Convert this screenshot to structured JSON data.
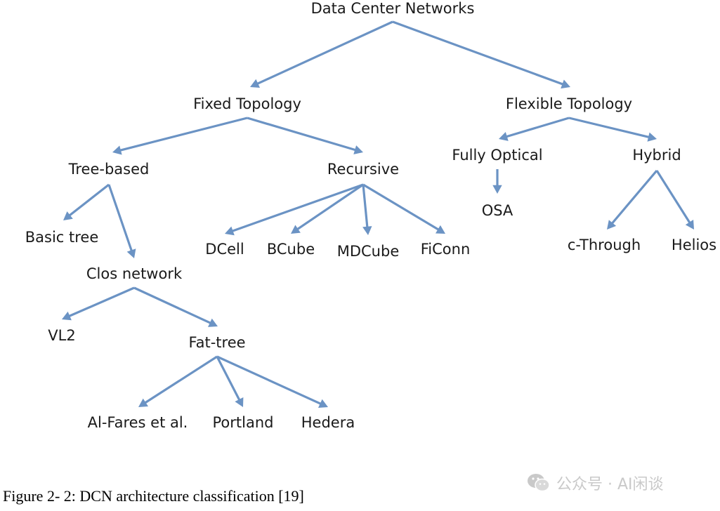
{
  "diagram": {
    "colors": {
      "edge": "#6b93c4",
      "text": "#1a1a1a"
    },
    "nodes": [
      {
        "id": "dcn",
        "label": "Data Center Networks"
      },
      {
        "id": "fixed",
        "label": "Fixed Topology"
      },
      {
        "id": "flexible",
        "label": "Flexible Topology"
      },
      {
        "id": "tree",
        "label": "Tree-based"
      },
      {
        "id": "recursive",
        "label": "Recursive"
      },
      {
        "id": "fullyopt",
        "label": "Fully Optical"
      },
      {
        "id": "hybrid",
        "label": "Hybrid"
      },
      {
        "id": "basictree",
        "label": "Basic tree"
      },
      {
        "id": "clos",
        "label": "Clos network"
      },
      {
        "id": "dcell",
        "label": "DCell"
      },
      {
        "id": "bcube",
        "label": "BCube"
      },
      {
        "id": "mdcube",
        "label": "MDCube"
      },
      {
        "id": "ficonn",
        "label": "FiConn"
      },
      {
        "id": "osa",
        "label": "OSA"
      },
      {
        "id": "cthrough",
        "label": "c-Through"
      },
      {
        "id": "helios",
        "label": "Helios"
      },
      {
        "id": "vl2",
        "label": "VL2"
      },
      {
        "id": "fattree",
        "label": "Fat-tree"
      },
      {
        "id": "alfares",
        "label": "Al-Fares et al."
      },
      {
        "id": "portland",
        "label": "Portland"
      },
      {
        "id": "hedera",
        "label": "Hedera"
      }
    ],
    "edges": [
      [
        "dcn",
        "fixed"
      ],
      [
        "dcn",
        "flexible"
      ],
      [
        "fixed",
        "tree"
      ],
      [
        "fixed",
        "recursive"
      ],
      [
        "flexible",
        "fullyopt"
      ],
      [
        "flexible",
        "hybrid"
      ],
      [
        "tree",
        "basictree"
      ],
      [
        "tree",
        "clos"
      ],
      [
        "recursive",
        "dcell"
      ],
      [
        "recursive",
        "bcube"
      ],
      [
        "recursive",
        "mdcube"
      ],
      [
        "recursive",
        "ficonn"
      ],
      [
        "fullyopt",
        "osa"
      ],
      [
        "hybrid",
        "cthrough"
      ],
      [
        "hybrid",
        "helios"
      ],
      [
        "clos",
        "vl2"
      ],
      [
        "clos",
        "fattree"
      ],
      [
        "fattree",
        "alfares"
      ],
      [
        "fattree",
        "portland"
      ],
      [
        "fattree",
        "hedera"
      ]
    ]
  },
  "caption": "Figure 2- 2: DCN architecture classification [19]",
  "watermark": {
    "icon": "wechat-icon",
    "text": "公众号 · AI闲谈"
  }
}
